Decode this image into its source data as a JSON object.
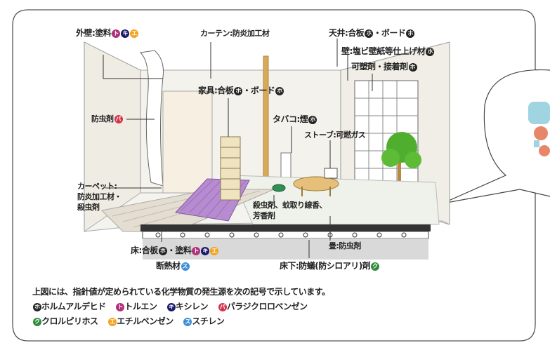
{
  "colors": {
    "formaldehyde": "#222222",
    "toluene": "#b0307a",
    "xylene": "#1a1a6e",
    "paradichlorobenzene": "#d6334a",
    "chlorpyrifos": "#2e8b3a",
    "ethylbenzene": "#f2a21e",
    "styrene": "#3a8fd6"
  },
  "symbols": {
    "formaldehyde": "ホ",
    "toluene": "ト",
    "xylene": "キ",
    "paradichlorobenzene": "パ",
    "chlorpyrifos": "ク",
    "ethylbenzene": "エ",
    "styrene": "ス"
  },
  "labels": {
    "exterior_wall": "外壁:塗料",
    "curtain": "カーテン:防炎加工材",
    "ceiling": "天井:合板",
    "ceiling_board": "・ボード",
    "wall": "壁:塩ビ壁紙等仕上げ材",
    "plasticizer": "可塑剤・接着剤",
    "furniture": "家具:合板",
    "furniture_board": "・ボード",
    "tobacco": "タバコ:煙",
    "stove": "ストーブ:可燃ガス",
    "insecticide_left": "防虫剤",
    "carpet_1": "カーペット:",
    "carpet_2": "防炎加工材・",
    "carpet_3": "殺虫剤",
    "insecticide_center_1": "殺虫剤、蚊取り線香、",
    "insecticide_center_2": "芳香剤",
    "tatami": "畳:防虫剤",
    "floor": "床:合板",
    "floor_paint": "・塗料",
    "insulation": "断熱材",
    "underfloor": "床下:防蟻(防シロアリ)剤"
  },
  "legend": {
    "intro": "上図には、指針値が定められている化学物質の発生源を次の記号で示しています。",
    "formaldehyde": "ホルムアルデヒド",
    "toluene": "トルエン",
    "xylene": "キシレン",
    "paradichlorobenzene": "パラジクロロベンゼン",
    "chlorpyrifos": "クロルピリホス",
    "ethylbenzene": "エチルベンゼン",
    "styrene": "スチレン"
  }
}
